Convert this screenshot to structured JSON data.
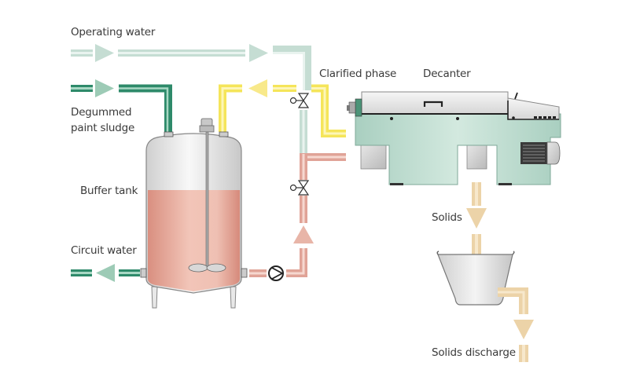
{
  "diagram": {
    "title": "Decanter process for degummed paint sludge",
    "labels": {
      "operating_water": "Operating water",
      "degummed_line1": "Degummed",
      "degummed_line2": "paint sludge",
      "clarified_phase": "Clarified phase",
      "decanter": "Decanter",
      "buffer_tank": "Buffer tank",
      "circuit_water": "Circuit water",
      "solids": "Solids",
      "solids_discharge": "Solids discharge"
    },
    "colors": {
      "operating_water": "#c5ddd3",
      "degummed_sludge": "#2e8a6a",
      "clarified_phase": "#f5e55a",
      "feed_sludge": "#e0a397",
      "solids": "#ecd3a8",
      "decanter_body": "#bcdccf",
      "tank_liquid": "#e3a89a"
    },
    "components": [
      "buffer-tank",
      "agitator",
      "pump",
      "valve",
      "valve",
      "decanter",
      "motor",
      "solids-container"
    ]
  }
}
